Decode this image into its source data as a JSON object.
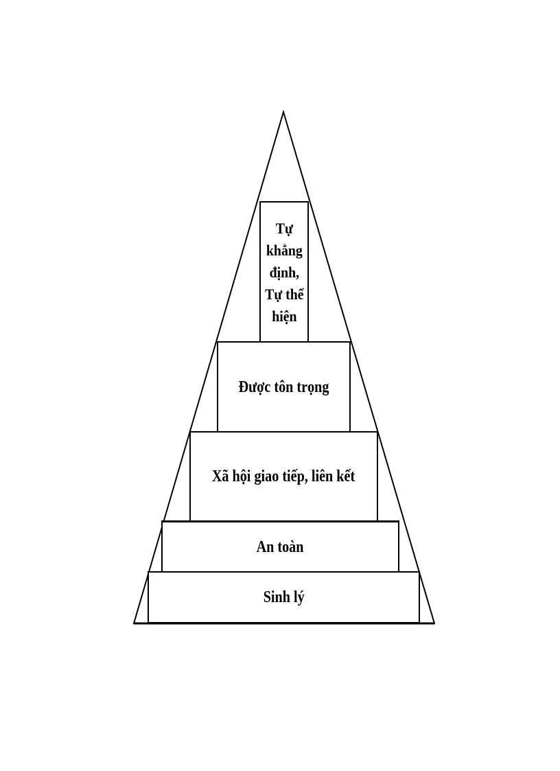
{
  "diagram": {
    "levels": [
      {
        "id": "top",
        "lines": [
          "Tự",
          "khẳng",
          "định,",
          "Tự thể",
          "hiện"
        ]
      },
      {
        "id": "level4",
        "label": "Được tôn trọng"
      },
      {
        "id": "level3",
        "label": "Xã hội giao tiếp, liên kết"
      },
      {
        "id": "level2",
        "label": "An toàn"
      },
      {
        "id": "level1",
        "label": "Sinh lý"
      }
    ]
  }
}
